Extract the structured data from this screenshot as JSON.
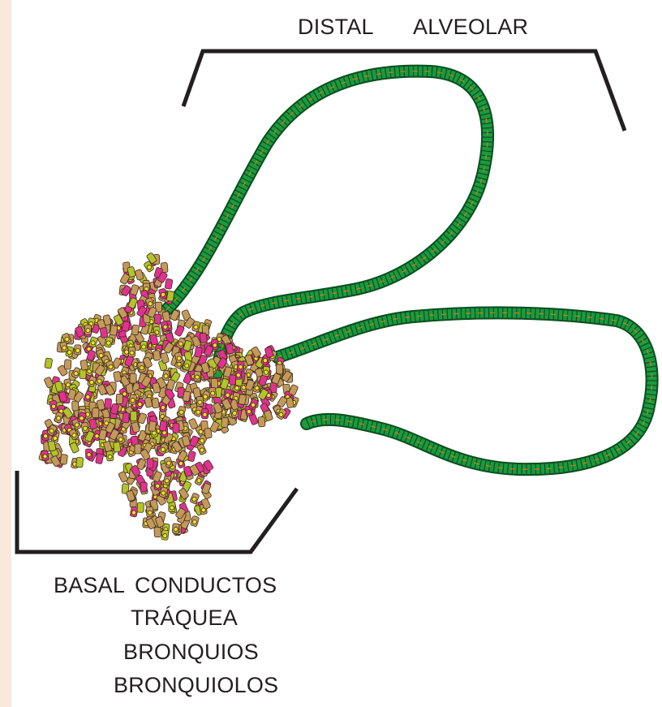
{
  "labels": {
    "distal": "DISTAL",
    "alveolar": "ALVEOLAR",
    "basal": "BASAL",
    "conductos": "CONDUCTOS",
    "traquea": "TRÁQUEA",
    "bronquios": "BRONQUIOS",
    "bronquiolos": "BRONQUIOLOS"
  },
  "colors": {
    "background": "#fae8da",
    "panel": "#ffffff",
    "bracket": "#231f20",
    "alveolar_cells": "#1a9a3e",
    "alveolar_outline": "#0b4d1f",
    "alveolar_accent": "#e07a1f",
    "cell_tan": "#c49a5a",
    "cell_magenta": "#e0338f",
    "cell_olive": "#b3c42a",
    "cell_yellow": "#f2e21a"
  }
}
